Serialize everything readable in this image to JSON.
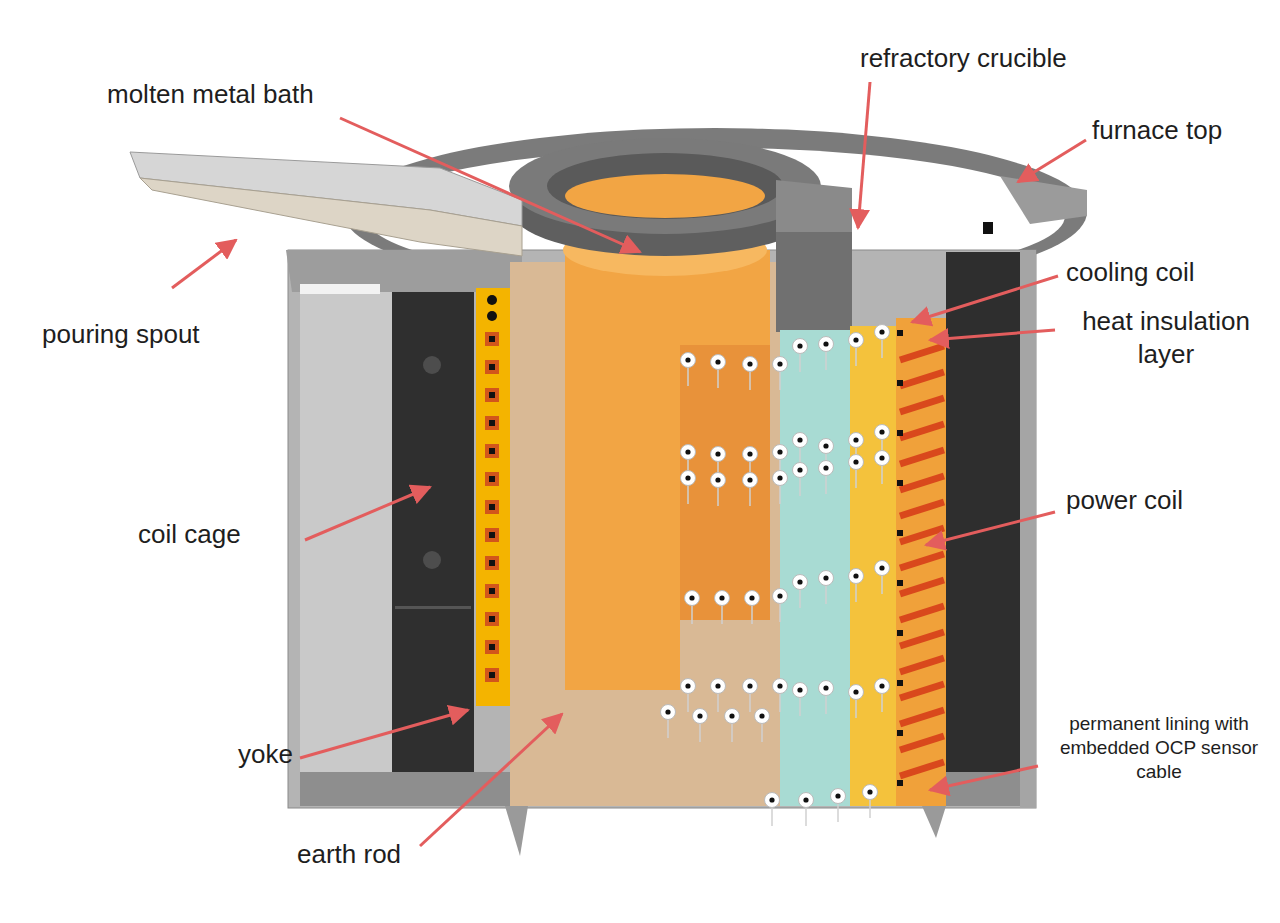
{
  "diagram": {
    "labels": [
      "molten metal bath",
      "refractory crucible",
      "furnace top",
      "pouring spout",
      "cooling coil",
      "heat insulation layer",
      "coil cage",
      "power coil",
      "yoke",
      "earth rod",
      "permanent lining with embedded OCP sensor cable"
    ]
  }
}
